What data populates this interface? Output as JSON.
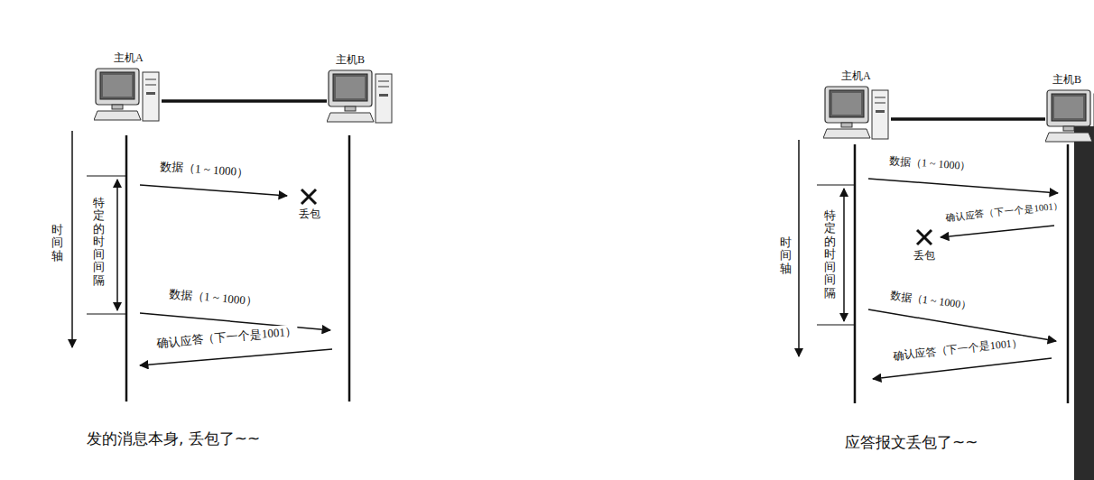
{
  "diagram": {
    "nodes": [
      {
        "text": [
          "主机A"
        ]
      },
      {
        "text": [
          "主机B"
        ]
      },
      {
        "text": [
          "主机A"
        ]
      },
      {
        "text": [
          "主机B"
        ]
      }
    ],
    "edges": [
      {
        "from": 0,
        "to": 1,
        "arrow": "none"
      },
      {
        "from": 2,
        "to": 3,
        "arrow": "none"
      }
    ],
    "labels": [
      "时间轴",
      "特定的时间间隔",
      "数据（1 ~ 1000）",
      "丢包",
      "数据（1 ~ 1000）",
      "确认应答（下一个是1001）",
      "发的消息本身, 丢包了~~",
      "时间轴",
      "特定的时间间隔",
      "数据（1 ~ 1000）",
      "确认应答（下一个是1001）",
      "丢包",
      "数据（1 ~ 1000）",
      "确认应答（下一个是1001）",
      "应答报文丢包了~~"
    ]
  }
}
